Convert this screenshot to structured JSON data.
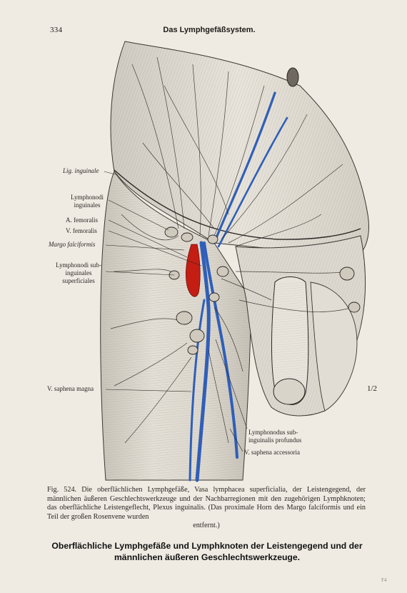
{
  "header": {
    "page_number": "334",
    "running_head": "Das Lymphgefäßsystem."
  },
  "figure": {
    "labels": {
      "lig_inguinale": "Lig. inguinale",
      "lymphonodi_inguinales_1": "Lymphonodi",
      "lymphonodi_inguinales_2": "inguinales",
      "a_femoralis": "A. femoralis",
      "v_femoralis": "V. femoralis",
      "margo_falciformis": "Margo falciformis",
      "lymphonodi_sub_1": "Lymphonodi sub-",
      "lymphonodi_sub_2": "inguinales",
      "lymphonodi_sub_3": "superficiales",
      "v_saphena_magna": "V. saphena magna",
      "lymphonodus_sub_1": "Lymphonodus sub-",
      "lymphonodus_sub_2": "inguinalis profundus",
      "v_saphena_accessoria": "V. saphena accessoria"
    },
    "scale": "1/2",
    "colors": {
      "artery": "#c41e14",
      "vein": "#2f5fb8",
      "ink": "#2a2622",
      "paper": "#efebe3"
    }
  },
  "caption": {
    "text": "Fig. 524. Die oberflächlichen Lymphgefäße, Vasa lymphacea superficialia, der Leistengegend, der männlichen äußeren Geschlechtswerkzeuge und der Nachbarregionen mit den zugehörigen Lymphknoten; das oberflächliche Leistengeflecht, Plexus inguinalis. (Das proximale Horn des Margo falciformis und ein Teil der großen Rosenvene wurden",
    "continuation": "entfernt.)"
  },
  "title": "Oberflächliche Lymphgefäße und Lymphknoten der Leistengegend und der männlichen äußeren Geschlechtswerkzeuge.",
  "corner_mark": "F4"
}
